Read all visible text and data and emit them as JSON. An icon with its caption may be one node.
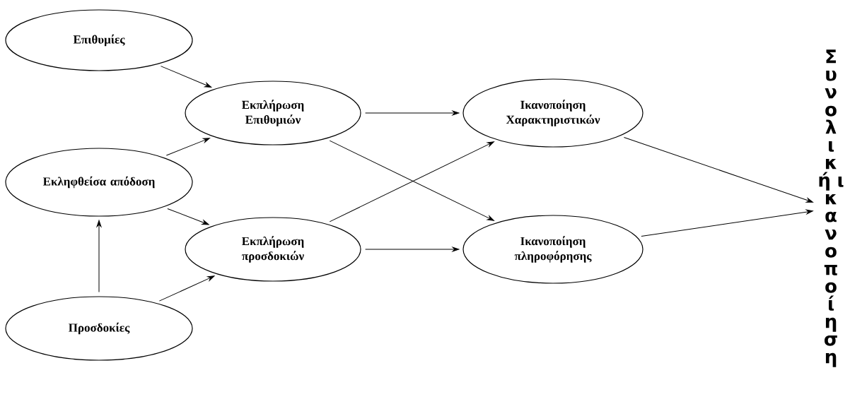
{
  "diagram": {
    "nodes": [
      {
        "text": [
          "Επιθυμίες"
        ]
      },
      {
        "text": [
          "Εκληφθείσα απόδοση"
        ]
      },
      {
        "text": [
          "Προσδοκίες"
        ]
      },
      {
        "text": [
          "Εκπλήρωση Επιθυμιών"
        ]
      },
      {
        "text": [
          "Εκπλήρωση προσδοκιών"
        ]
      },
      {
        "text": [
          "Ικανοποίηση Χαρακτηριστικών"
        ]
      },
      {
        "text": [
          "Ικανοποίηση πληροφόρησης"
        ]
      },
      {
        "text": [
          "Συνολική ικανοποίηση"
        ]
      }
    ],
    "edges": [
      {
        "from": 0,
        "to": 3,
        "arrow": "to"
      },
      {
        "from": 1,
        "to": 3,
        "arrow": "to"
      },
      {
        "from": 1,
        "to": 4,
        "arrow": "to"
      },
      {
        "from": 2,
        "to": 4,
        "arrow": "to"
      },
      {
        "from": 2,
        "to": 1,
        "arrow": "to"
      },
      {
        "from": 3,
        "to": 5,
        "arrow": "to"
      },
      {
        "from": 3,
        "to": 6,
        "arrow": "to"
      },
      {
        "from": 4,
        "to": 5,
        "arrow": "to"
      },
      {
        "from": 4,
        "to": 6,
        "arrow": "to"
      },
      {
        "from": 5,
        "to": 7,
        "arrow": "to"
      },
      {
        "from": 6,
        "to": 7,
        "arrow": "to"
      }
    ]
  }
}
